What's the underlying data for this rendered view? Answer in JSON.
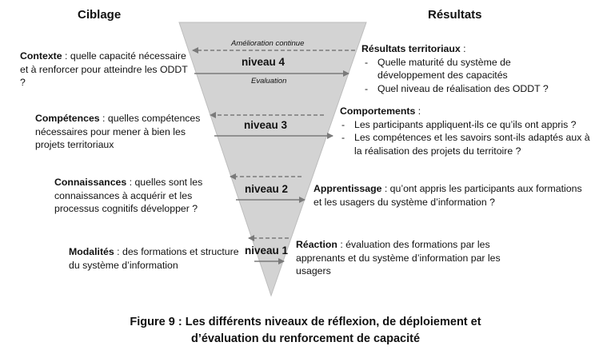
{
  "headers": {
    "left": "Ciblage",
    "right": "Résultats"
  },
  "levels": [
    "niveau 4",
    "niveau 3",
    "niveau 2",
    "niveau 1"
  ],
  "notes": {
    "improvement": "Amélioration continue",
    "evaluation": "Evaluation"
  },
  "ciblage": [
    {
      "title": "Contexte",
      "text": " : quelle  capacité nécessaire et à renforcer pour atteindre les ODDT ?"
    },
    {
      "title": "Compétences",
      "text": " : quelles compétences nécessaires pour mener à bien les projets territoriaux"
    },
    {
      "title": "Connaissances",
      "text": " : quelles sont les connaissances à acquérir et les processus cognitifs développer ?"
    },
    {
      "title": "Modalités ",
      "text": " : des formations et structure du système d’information"
    }
  ],
  "resultats": {
    "territoriaux": {
      "title": "Résultats territoriaux",
      "suffix": " :",
      "items": [
        "Quelle maturité du système de développement des capacités",
        "Quel niveau de réalisation des ODDT ?"
      ]
    },
    "comportements": {
      "title": "Comportements",
      "suffix": " :",
      "items": [
        "Les participants appliquent-ils ce qu’ils ont appris ?",
        "Les compétences et les savoirs sont-ils adaptés aux à la réalisation des projets du territoire ?"
      ]
    },
    "apprentissage": {
      "title": "Apprentissage",
      "text": " : qu’ont appris les participants aux formations et les usagers du système d’information ?"
    },
    "reaction": {
      "title": "Réaction",
      "text": " : évaluation des formations par les apprenants et du système d’information par les usagers"
    }
  },
  "caption": {
    "line1": "Figure 9 : Les différents niveaux de réflexion, de déploiement et",
    "line2": "d’évaluation du renforcement de capacité"
  },
  "colors": {
    "funnel": "#d3d3d3",
    "arrow": "#7a7a7a"
  }
}
